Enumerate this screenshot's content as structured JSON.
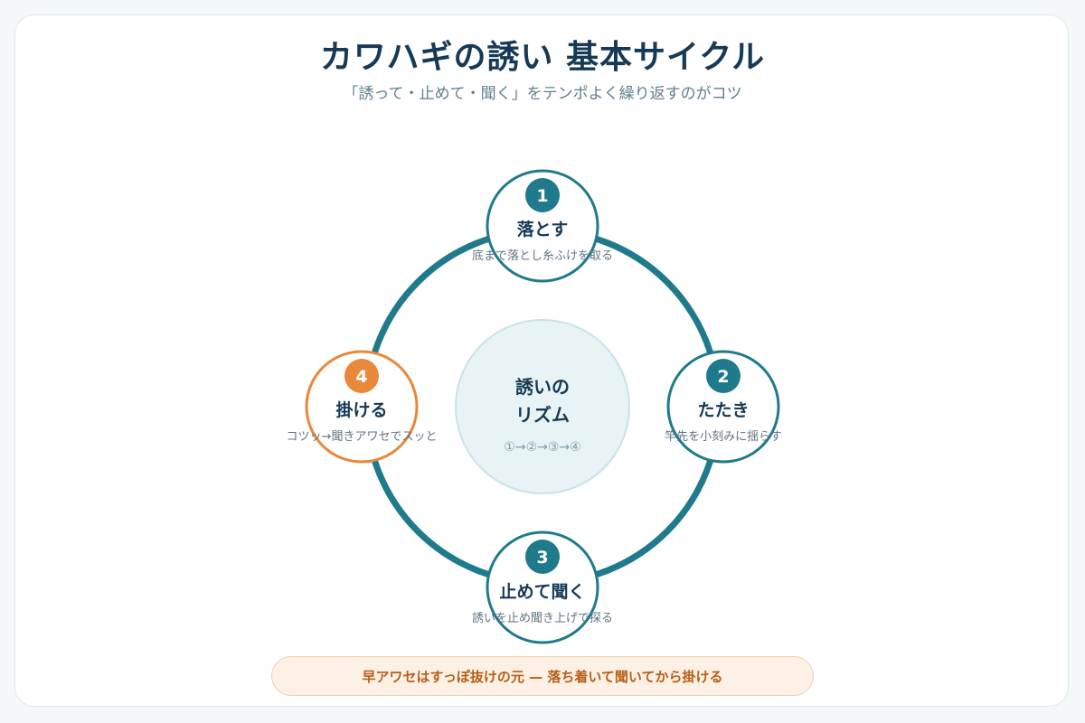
{
  "header": {
    "title": "カワハギの誘い 基本サイクル",
    "subtitle": "「誘って・止めて・聞く」をテンポよく繰り返すのがコツ"
  },
  "center": {
    "line1": "誘いの",
    "line2": "リズム",
    "sequence": "①→②→③→④"
  },
  "steps": [
    {
      "number": "1",
      "title": "落とす",
      "description": "底まで落とし糸ふけを取る",
      "color": "#1f7a8c"
    },
    {
      "number": "2",
      "title": "たたき",
      "description": "竿先を小刻みに揺らす",
      "color": "#1f7a8c"
    },
    {
      "number": "3",
      "title": "止めて聞く",
      "description": "誘いを止め聞き上げで探る",
      "color": "#1f7a8c"
    },
    {
      "number": "4",
      "title": "掛ける",
      "description": "コツッ→聞きアワセでスッと",
      "color": "#e8883a"
    }
  ],
  "tip": "早アワセはすっぽ抜けの元 — 落ち着いて聞いてから掛ける",
  "colors": {
    "ring": "#1f7a8c",
    "accent": "#e8883a",
    "title": "#163a56",
    "center_fill": "#e8f3f5"
  }
}
